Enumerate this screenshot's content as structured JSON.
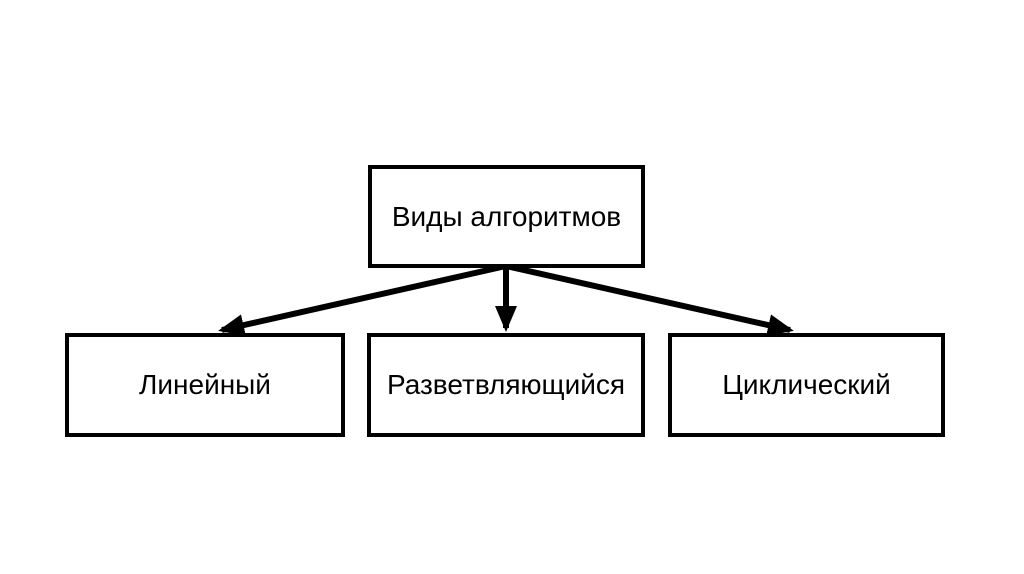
{
  "diagram": {
    "type": "flowchart",
    "root": {
      "id": "types",
      "label": "Виды алгоритмов"
    },
    "children": [
      {
        "id": "linear",
        "label": "Линейный"
      },
      {
        "id": "branching",
        "label": "Разветвляющийся"
      },
      {
        "id": "cyclic",
        "label": "Циклический"
      }
    ],
    "edges": [
      {
        "from": "types",
        "to": "linear"
      },
      {
        "from": "types",
        "to": "branching"
      },
      {
        "from": "types",
        "to": "cyclic"
      }
    ],
    "colors": {
      "background": "#ffffff",
      "node_fill": "#ffffff",
      "node_border": "#000000",
      "text": "#000000",
      "arrow": "#000000"
    }
  }
}
